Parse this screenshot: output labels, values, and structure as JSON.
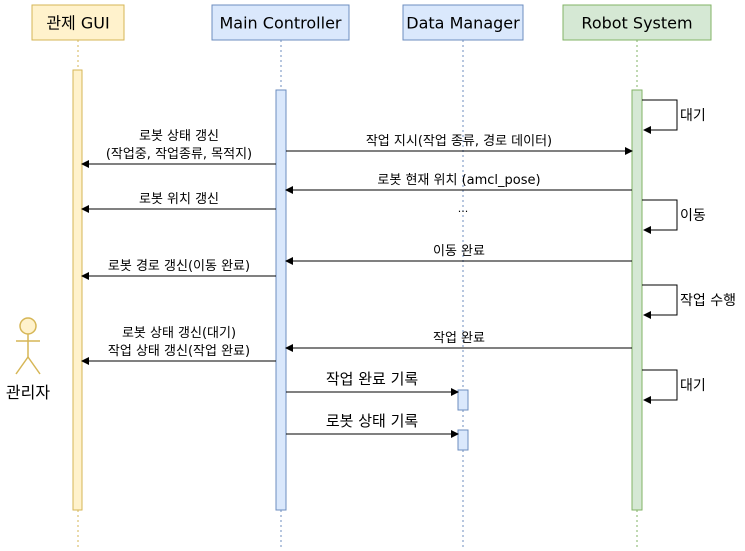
{
  "participants": [
    {
      "id": "gui",
      "label": "관제 GUI",
      "fill": "#fff2cc",
      "stroke": "#d6b656"
    },
    {
      "id": "main",
      "label": "Main Controller",
      "fill": "#dae8fc",
      "stroke": "#6c8ebf"
    },
    {
      "id": "data",
      "label": "Data Manager",
      "fill": "#dae8fc",
      "stroke": "#6c8ebf"
    },
    {
      "id": "robot",
      "label": "Robot System",
      "fill": "#d5e8d4",
      "stroke": "#82b366"
    }
  ],
  "actor": {
    "label": "관리자",
    "fill": "#fff2cc",
    "stroke": "#d6b656"
  },
  "messages": [
    {
      "from": "main",
      "to": "robot",
      "lines": [
        "작업 지시(작업 종류, 경로 데이터)"
      ]
    },
    {
      "from": "main",
      "to": "gui",
      "lines": [
        "로봇 상태 갱신",
        "(작업중, 작업종류, 목적지)"
      ]
    },
    {
      "from": "robot",
      "to": "main",
      "lines": [
        "로봇 현재 위치 (amcl_pose)"
      ]
    },
    {
      "from": "main",
      "to": "gui",
      "lines": [
        "로봇 위치 갱신"
      ]
    },
    {
      "from": "robot",
      "to": "main",
      "lines": [
        "이동 완료"
      ]
    },
    {
      "from": "main",
      "to": "gui",
      "lines": [
        "로봇 경로 갱신(이동 완료)"
      ]
    },
    {
      "from": "robot",
      "to": "main",
      "lines": [
        "작업 완료"
      ]
    },
    {
      "from": "main",
      "to": "gui",
      "lines": [
        "로봇 상태 갱신(대기)",
        "작업 상태 갱신(작업 완료)"
      ]
    },
    {
      "from": "main",
      "to": "data",
      "lines": [
        "작업 완료 기록"
      ]
    },
    {
      "from": "main",
      "to": "data",
      "lines": [
        "로봇 상태 기록"
      ]
    }
  ],
  "self_messages": [
    {
      "on": "robot",
      "label": "대기"
    },
    {
      "on": "robot",
      "label": "이동"
    },
    {
      "on": "robot",
      "label": "작업 수행"
    },
    {
      "on": "robot",
      "label": "대기"
    }
  ],
  "ellipsis": "..."
}
